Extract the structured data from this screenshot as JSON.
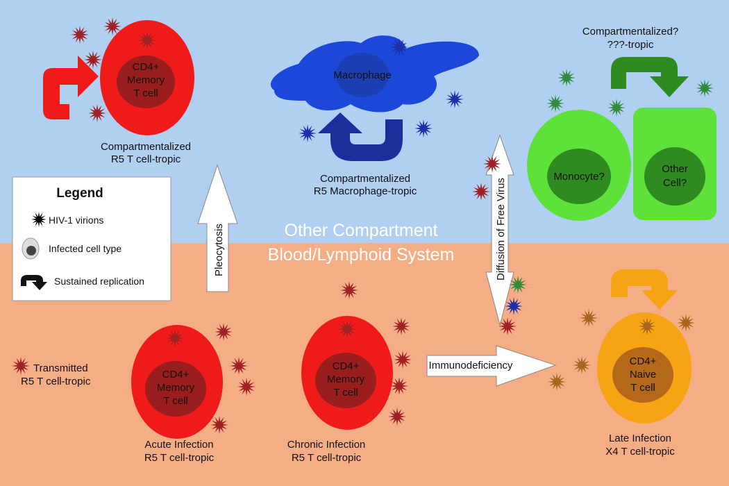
{
  "compartments": {
    "top_label": "Other Compartment",
    "bottom_label": "Blood/Lymphoid System"
  },
  "colors": {
    "top_bg": "#b0cff1",
    "bottom_bg": "#f5ad86",
    "red_cell": "#ef1b1b",
    "red_nucleus": "#9a1e1e",
    "macrophage": "#1b48d9",
    "macrophage_nucleus": "#1d3fb4",
    "green_cell": "#5ee23a",
    "green_nucleus": "#2f8a22",
    "orange_cell": "#f7a414",
    "orange_nucleus": "#b4681a",
    "virion_red": "#9d2125",
    "virion_blue": "#1f2fa8",
    "virion_green": "#2f8a3a",
    "virion_orange": "#a8651c"
  },
  "legend": {
    "title": "Legend",
    "items": [
      {
        "icon": "virion-icon",
        "label": "HIV-1 virions"
      },
      {
        "icon": "infected-cell-icon",
        "label": "Infected cell type"
      },
      {
        "icon": "curved-arrow-icon",
        "label": "Sustained replication"
      }
    ]
  },
  "cells": {
    "cd4_memory_top": {
      "label": [
        "CD4+",
        "Memory",
        "T cell"
      ],
      "caption": [
        "Compartmentalized",
        "R5 T cell-tropic"
      ]
    },
    "macrophage": {
      "label": "Macrophage",
      "caption": [
        "Compartmentalized",
        "R5 Macrophage-tropic"
      ]
    },
    "monocyte": {
      "label": "Monocyte?"
    },
    "other_cell": {
      "label": [
        "Other",
        "Cell?"
      ]
    },
    "green_caption": [
      "Compartmentalized?",
      "???-tropic"
    ],
    "acute": {
      "label": [
        "CD4+",
        "Memory",
        "T cell"
      ],
      "caption": [
        "Acute Infection",
        "R5 T cell-tropic"
      ]
    },
    "chronic": {
      "label": [
        "CD4+",
        "Memory",
        "T cell"
      ],
      "caption": [
        "Chronic Infection",
        "R5 T cell-tropic"
      ]
    },
    "naive": {
      "label": [
        "CD4+",
        "Naive",
        "T cell"
      ],
      "caption": [
        "Late Infection",
        "X4 T cell-tropic"
      ]
    }
  },
  "transmitted": [
    "Transmitted",
    "R5 T cell-tropic"
  ],
  "arrows": {
    "pleocytosis": "Pleocytosis",
    "diffusion": "Diffusion of Free Virus",
    "immunodeficiency": "Immunodeficiency"
  }
}
